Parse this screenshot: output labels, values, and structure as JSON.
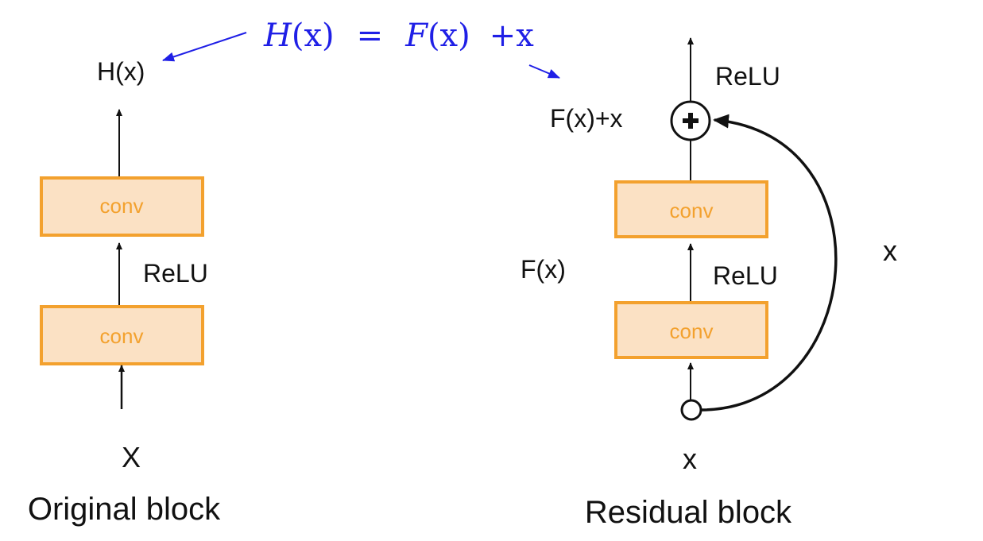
{
  "formula": {
    "lhs_func": "H",
    "lhs_arg": "(x)",
    "equals": "=",
    "rhs_func": "F",
    "rhs_arg": "(x)",
    "plus": "+",
    "rhs_x": "x",
    "color": "#1f1fe6"
  },
  "original_block": {
    "output_label": "H(x)",
    "relu_label": "ReLU",
    "conv_top_label": "conv",
    "conv_bottom_label": "conv",
    "input_label": "X",
    "caption": "Original block"
  },
  "residual_block": {
    "output_relu_label": "ReLU",
    "sum_label": "F(x)+x",
    "sum_symbol": "+",
    "function_label": "F(x)",
    "relu_label": "ReLU",
    "conv_top_label": "conv",
    "conv_bottom_label": "conv",
    "skip_label": "x",
    "input_label": "x",
    "caption": "Residual block"
  },
  "colors": {
    "conv_fill": "#fbe1c4",
    "conv_stroke": "#f3a12e",
    "arrow": "#111111",
    "annotation_arrow": "#1f1fe6"
  }
}
